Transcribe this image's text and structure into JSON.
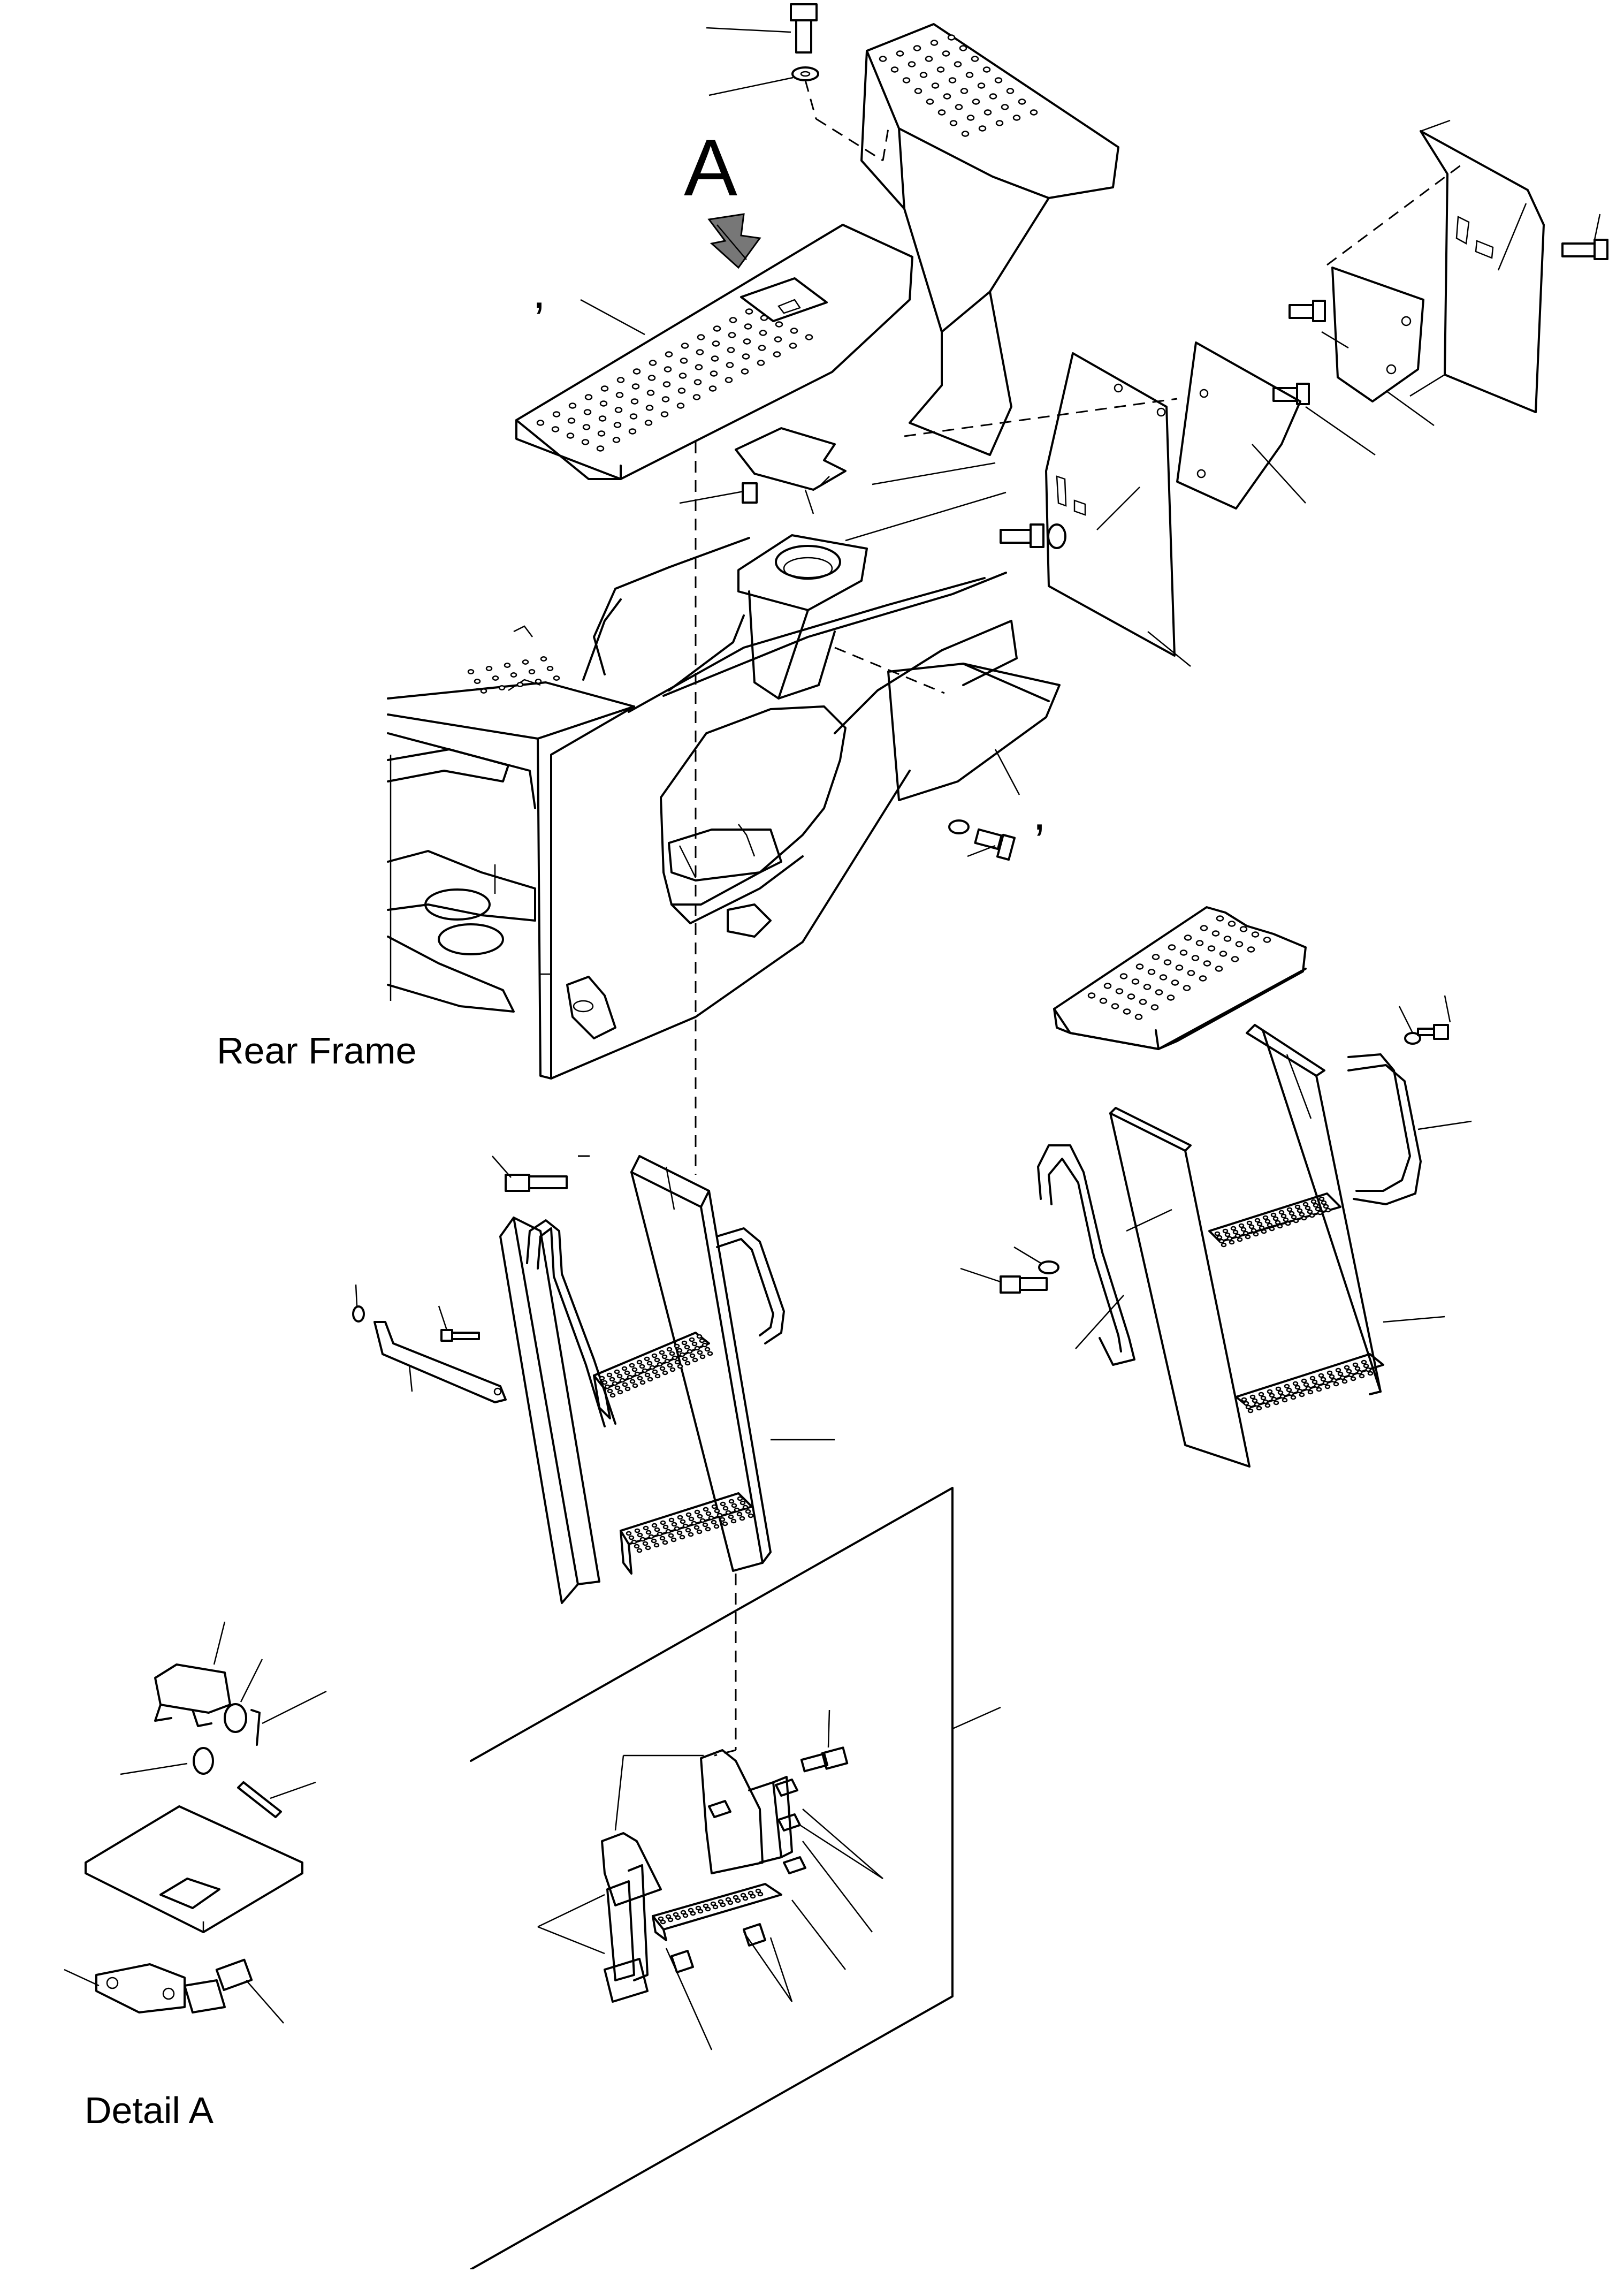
{
  "diagram": {
    "view_arrow_label": "A",
    "assembly_label": "Rear Frame",
    "detail_label": "Detail A",
    "tick_marks": [
      ",",
      ","
    ]
  },
  "colors": {
    "line": "#000000",
    "background": "#ffffff"
  }
}
